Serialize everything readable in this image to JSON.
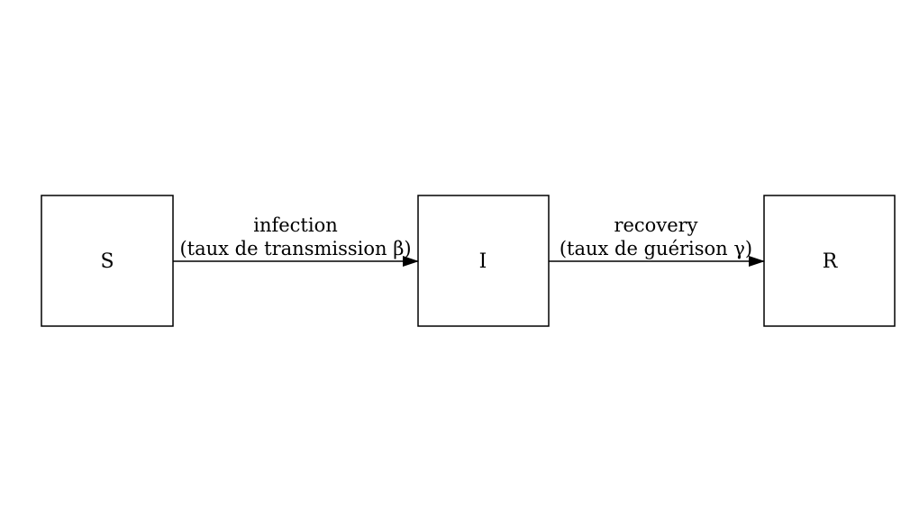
{
  "nodes": [
    {
      "id": "S",
      "label": "S"
    },
    {
      "id": "I",
      "label": "I"
    },
    {
      "id": "R",
      "label": "R"
    }
  ],
  "edges": [
    {
      "from": "S",
      "to": "I",
      "label_line1": "infection",
      "label_line2": "(taux de transmission β)"
    },
    {
      "from": "I",
      "to": "R",
      "label_line1": "recovery",
      "label_line2": "(taux de guérison γ)"
    }
  ],
  "colors": {
    "stroke": "#000000",
    "background": "#ffffff",
    "text": "#000000"
  }
}
